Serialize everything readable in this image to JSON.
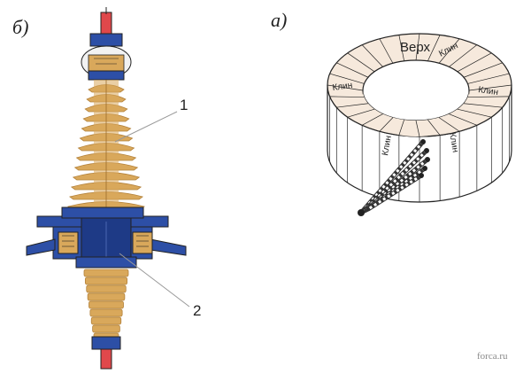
{
  "labels": {
    "panel_b": "б)",
    "panel_a": "а)",
    "callout_1": "1",
    "callout_2": "2"
  },
  "core": {
    "top": "Верх",
    "wedge_top_right": "Клин",
    "wedge_left": "Клин",
    "wedge_right": "Клин",
    "wedge_front_left": "Клин",
    "wedge_front_right": "Клин"
  },
  "watermark": "forca.ru",
  "colors": {
    "porcelain": "#d9a85b",
    "porcelain_dark": "#b3813a",
    "flange": "#2d4fa6",
    "flange_dark": "#1e3a86",
    "rod": "#e0484b",
    "core_fill": "#f6e9dc",
    "lines": "#222222"
  }
}
